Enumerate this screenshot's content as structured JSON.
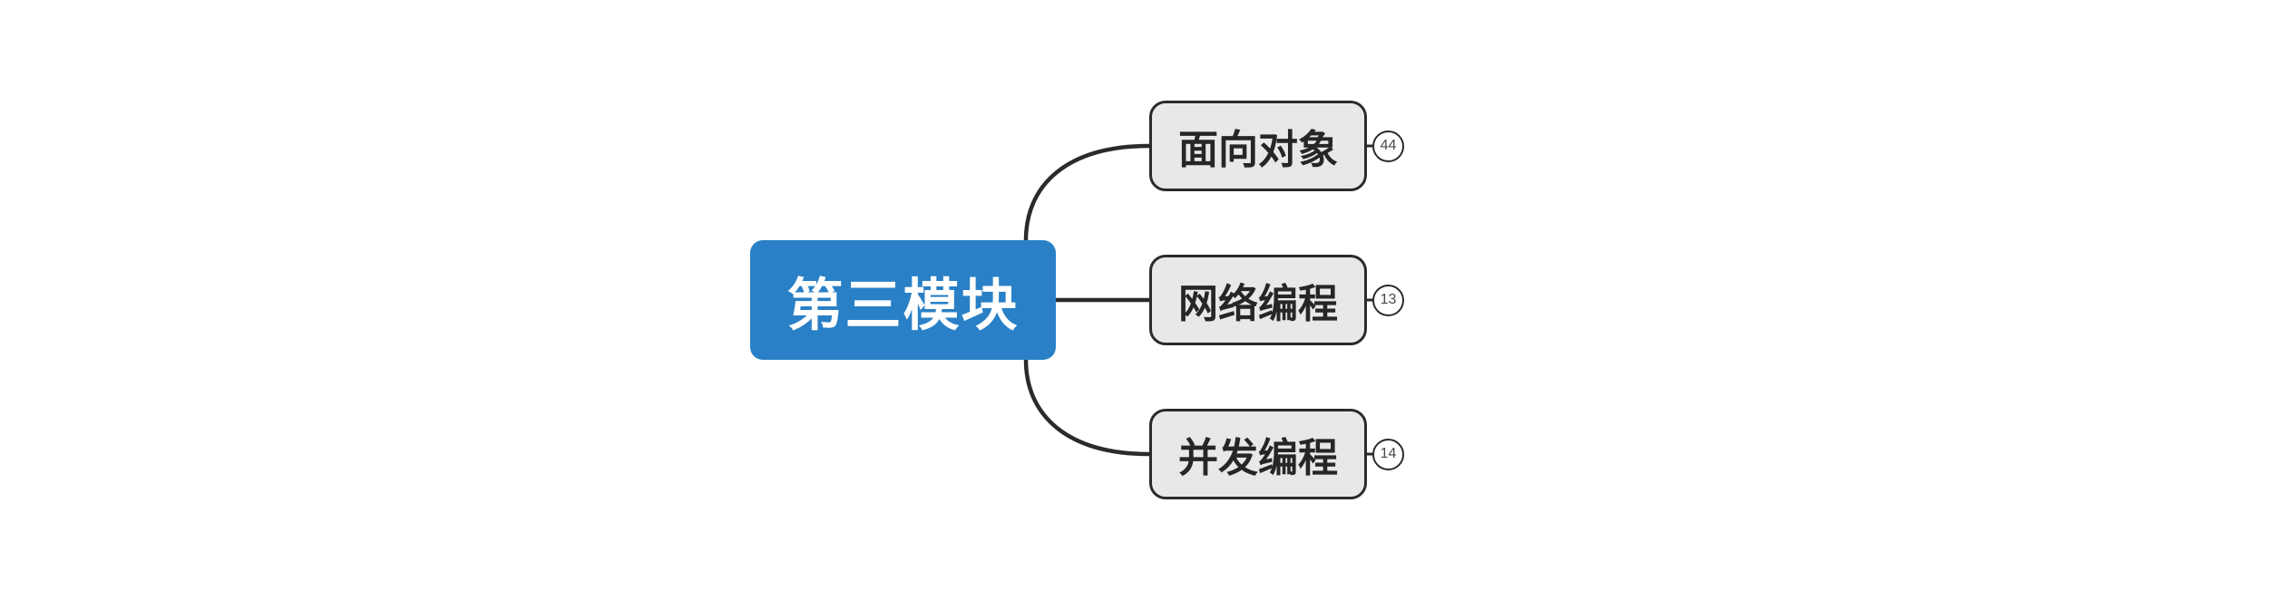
{
  "diagram": {
    "type": "mindmap",
    "root": {
      "label": "第三模块",
      "fill": "#2980c6",
      "text_color": "#ffffff"
    },
    "children": [
      {
        "label": "面向对象",
        "badge": "44"
      },
      {
        "label": "网络编程",
        "badge": "13"
      },
      {
        "label": "并发编程",
        "badge": "14"
      }
    ],
    "colors": {
      "background": "#ffffff",
      "connector": "#2b2b2b",
      "child_fill": "#e8e8e8",
      "child_border": "#2b2b2b",
      "child_text": "#262626",
      "badge_fill": "#ffffff",
      "badge_border": "#2b2b2b",
      "badge_text": "#4a4a4a"
    }
  }
}
